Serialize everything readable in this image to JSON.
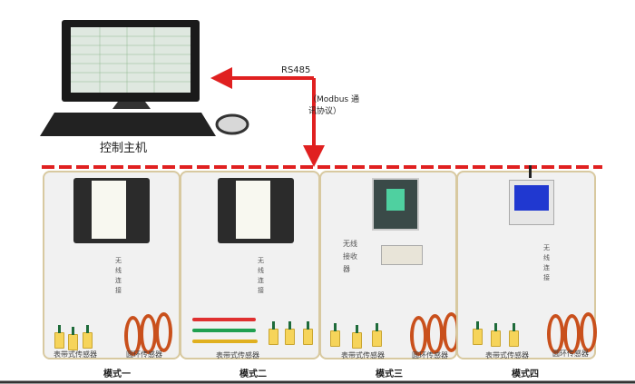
{
  "host": {
    "label": "控制主机"
  },
  "link": {
    "protocol_bus": "RS485",
    "protocol_note": "（Modbus 通讯协议）"
  },
  "colors": {
    "arrow": "#e02020",
    "panel_border": "#d8c9a0",
    "panel_bg": "#f1f1f1"
  },
  "panels": [
    {
      "mode": "模式一",
      "link_text": "无线连接",
      "sensor_labels": [
        "表带式传感器",
        "圆环传感器"
      ]
    },
    {
      "mode": "模式二",
      "link_text": "无线连接",
      "sensor_labels": [
        "表带式传感器"
      ]
    },
    {
      "mode": "模式三",
      "receiver_text": "无线接收器",
      "sensor_labels": [
        "表带式传感器",
        "圆环传感器"
      ]
    },
    {
      "mode": "模式四",
      "link_text": "无线连接",
      "sensor_labels": [
        "表带式传感器",
        "圆环传感器"
      ]
    }
  ]
}
